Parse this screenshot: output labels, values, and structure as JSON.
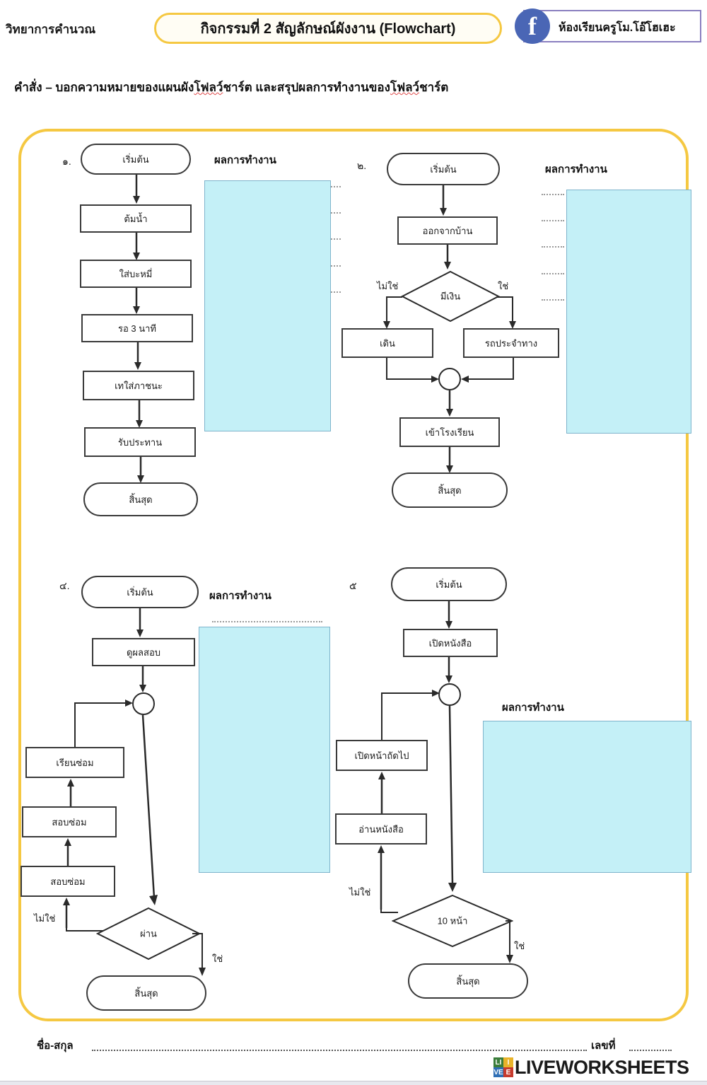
{
  "header": {
    "subject": "วิทยาการคำนวณ",
    "activity_title": "กิจกรรมที่ 2 สัญลักษณ์ผังงาน (Flowchart)",
    "facebook_icon": "facebook-icon",
    "facebook_page": "ห้องเรียนครูโม.โอ๊โฮเฮะ"
  },
  "instruction": {
    "prefix": "คำสั่ง – บอกความหมายของแผนผังโฟลว์ชาร์ต และสรุปผลการทำงานของโฟลว์ชาร์ต",
    "part1": "คำสั่ง – บอกความหมายของแผนผัง",
    "wavy1": "โฟลว์",
    "part2": "ชาร์ต และสรุปผลการทำงานของ",
    "wavy2": "โฟลว์",
    "part3": "ชาร์ต"
  },
  "result_label": "ผลการทำงาน",
  "flowcharts": [
    {
      "number": "๑.",
      "nodes": [
        {
          "type": "terminator",
          "label": "เริ่มต้น"
        },
        {
          "type": "process",
          "label": "ต้มน้ำ"
        },
        {
          "type": "process",
          "label": "ใส่บะหมี่"
        },
        {
          "type": "process",
          "label": "รอ 3 นาที"
        },
        {
          "type": "process",
          "label": "เทใส่ภาชนะ"
        },
        {
          "type": "process",
          "label": "รับประทาน"
        },
        {
          "type": "terminator",
          "label": "สิ้นสุด"
        }
      ],
      "edge_labels": []
    },
    {
      "number": "๒.",
      "nodes": [
        {
          "type": "terminator",
          "label": "เริ่มต้น"
        },
        {
          "type": "process",
          "label": "ออกจากบ้าน"
        },
        {
          "type": "decision",
          "label": "มีเงิน"
        },
        {
          "type": "process",
          "label": "เดิน"
        },
        {
          "type": "process",
          "label": "รถประจำทาง"
        },
        {
          "type": "connector",
          "label": ""
        },
        {
          "type": "process",
          "label": "เข้าโรงเรียน"
        },
        {
          "type": "terminator",
          "label": "สิ้นสุด"
        }
      ],
      "edge_labels": [
        "ไม่ใช่",
        "ใช่"
      ]
    },
    {
      "number": "๔.",
      "nodes": [
        {
          "type": "terminator",
          "label": "เริ่มต้น"
        },
        {
          "type": "process",
          "label": "ดูผลสอบ"
        },
        {
          "type": "connector",
          "label": ""
        },
        {
          "type": "process",
          "label": "เรียนซ่อม"
        },
        {
          "type": "process",
          "label": "สอบซ่อม"
        },
        {
          "type": "process",
          "label": "สอบซ่อม"
        },
        {
          "type": "decision",
          "label": "ผ่าน"
        },
        {
          "type": "terminator",
          "label": "สิ้นสุด"
        }
      ],
      "edge_labels": [
        "ไม่ใช่",
        "ใช่"
      ]
    },
    {
      "number": "๕",
      "nodes": [
        {
          "type": "terminator",
          "label": "เริ่มต้น"
        },
        {
          "type": "process",
          "label": "เปิดหนังสือ"
        },
        {
          "type": "connector",
          "label": ""
        },
        {
          "type": "process",
          "label": "เปิดหน้าถัดไป"
        },
        {
          "type": "process",
          "label": "อ่านหนังสือ"
        },
        {
          "type": "decision",
          "label": "10 หน้า"
        },
        {
          "type": "terminator",
          "label": "สิ้นสุด"
        }
      ],
      "edge_labels": [
        "ไม่ใช่",
        "ใช่"
      ]
    }
  ],
  "answers": {
    "box1": "",
    "box2": "",
    "box3": "",
    "box4": ""
  },
  "footer": {
    "name_label": "ชื่อ-สกุล",
    "number_label": "เลขที่",
    "brand": "LIVEWORKSHEETS",
    "brand_cells": [
      "LI",
      "VE",
      "I",
      "E"
    ]
  },
  "colors": {
    "frame_border": "#f5c842",
    "answer_fill": "#c4f0f7",
    "answer_border": "#7fb4cc",
    "facebook_blue": "#4a66b5",
    "badge_border": "#8a7fc0"
  }
}
